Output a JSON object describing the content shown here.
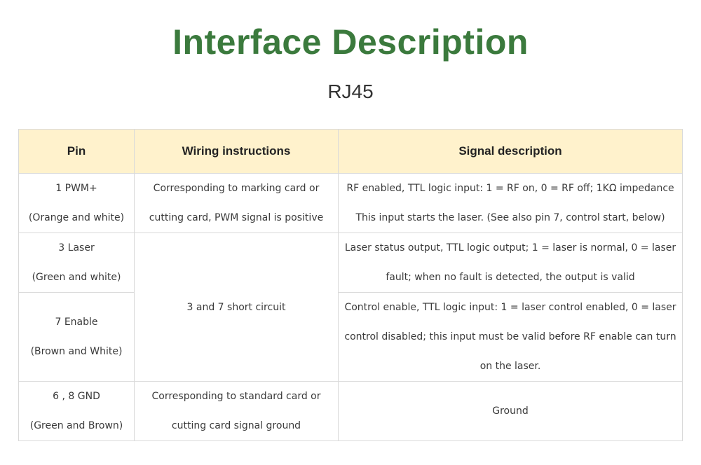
{
  "title": "Interface Description",
  "subtitle": "RJ45",
  "table": {
    "headers": {
      "pin": "Pin",
      "wiring": "Wiring instructions",
      "signal": "Signal description"
    },
    "rows": [
      {
        "pin_name": "1 PWM+",
        "pin_color": "(Orange and white)",
        "wiring_line1": "Corresponding to marking card or",
        "wiring_line2": "cutting card, PWM signal is positive",
        "signal_line1": "RF enabled, TTL logic input: 1 = RF on, 0 = RF off; 1KΩ  impedance",
        "signal_line2": "This input starts the laser. (See also pin 7, control start, below)"
      },
      {
        "pin_name": "3 Laser",
        "pin_color": "(Green and white)",
        "wiring": "3 and 7 short circuit",
        "signal": "Laser status output, TTL logic output; 1 = laser is normal, 0 = laser fault; when no fault is detected, the output is valid"
      },
      {
        "pin_name": "7 Enable",
        "pin_color": "(Brown and White)",
        "signal": "Control enable, TTL logic input: 1 = laser control enabled, 0 = laser control disabled; this input must be valid before RF enable can turn on the laser."
      },
      {
        "pin_name": "6 , 8 GND",
        "pin_color": "(Green and Brown)",
        "wiring_line1": "Corresponding to standard card or",
        "wiring_line2": "cutting card signal ground",
        "signal": "Ground"
      }
    ]
  },
  "colors": {
    "title": "#3b7a3d",
    "header_bg": "#fff2cc",
    "border": "#d9d9d9"
  }
}
